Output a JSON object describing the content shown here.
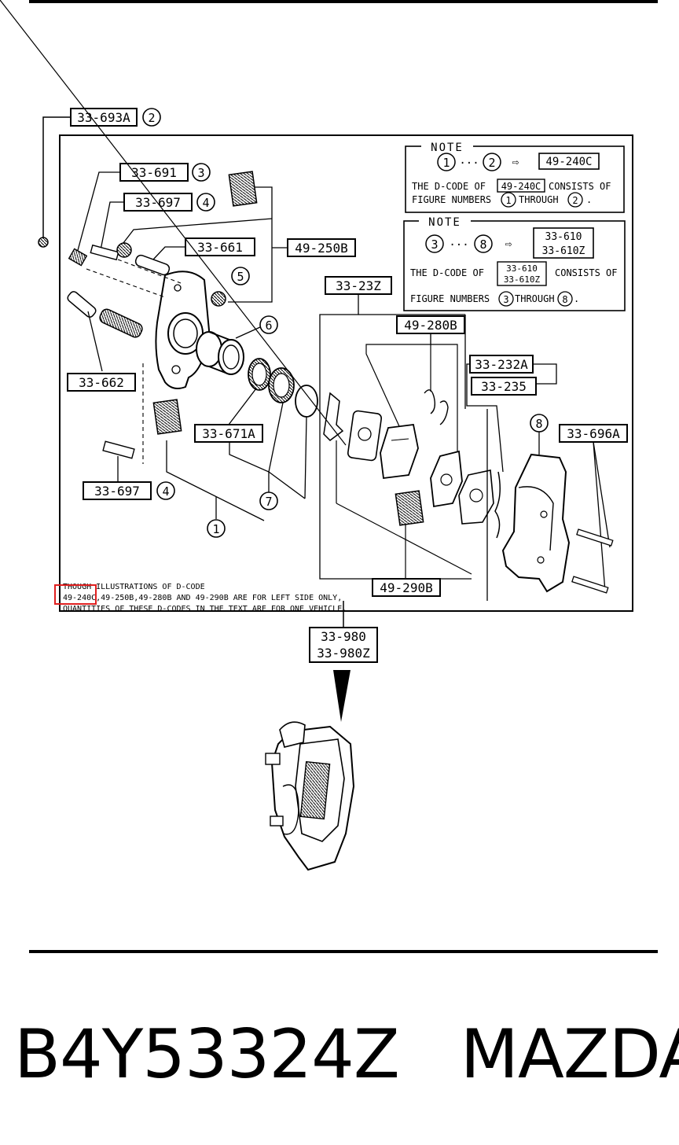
{
  "labels": {
    "l33693A": "33-693A",
    "l33691": "33-691",
    "l33697a": "33-697",
    "l33661": "33-661",
    "l49250B": "49-250B",
    "l3323Z": "33-23Z",
    "l49280B": "49-280B",
    "l33232A": "33-232A",
    "l33235": "33-235",
    "l33662": "33-662",
    "l33671A": "33-671A",
    "l33696A": "33-696A",
    "l33697b": "33-697",
    "l49290B": "49-290B",
    "l33980": "33-980",
    "l33980Z": "33-980Z"
  },
  "callouts": {
    "c1": "1",
    "c2": "2",
    "c3": "3",
    "c4": "4",
    "c5": "5",
    "c6": "6",
    "c7": "7",
    "c8": "8"
  },
  "note1": {
    "title": "NOTE",
    "range_start": "1",
    "dots": "···",
    "range_end": "2",
    "arrow": "⇨",
    "code": "49-240C",
    "line1_a": "THE D-CODE OF",
    "line1_code": "49-240C",
    "line1_b": "CONSISTS OF",
    "line2_a": "FIGURE NUMBERS",
    "line2_n1": "1",
    "line2_b": "THROUGH",
    "line2_n2": "2",
    "line2_end": "."
  },
  "note2": {
    "title": "NOTE",
    "range_start": "3",
    "dots": "···",
    "range_end": "8",
    "arrow": "⇨",
    "code_a": "33-610",
    "code_b": "33-610Z",
    "line1_a": "THE D-CODE OF",
    "line1_code_a": "33-610",
    "line1_code_b": "33-610Z",
    "line1_b": "CONSISTS OF",
    "line2_a": "FIGURE NUMBERS",
    "line2_n1": "3",
    "line2_b": "THROUGH",
    "line2_n2": "8",
    "line2_end": "."
  },
  "footnote": {
    "line1": "THOUGH ILLUSTRATIONS OF D-CODE",
    "line2": "49-240C,49-250B,49-280B AND 49-290B ARE FOR LEFT SIDE ONLY,",
    "line3": "QUANTITIES OF THESE D-CODES IN THE TEXT ARE FOR ONE VEHICLE."
  },
  "caption": {
    "part_number": "B4Y53324Z",
    "brand": "MAZDA"
  },
  "colors": {
    "ink": "#000000",
    "highlight": "#e02020",
    "paper": "#ffffff"
  }
}
